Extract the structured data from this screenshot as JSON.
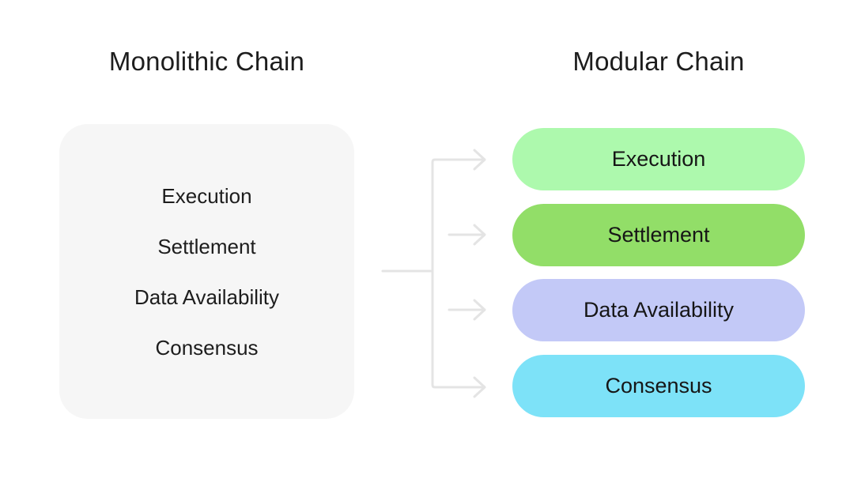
{
  "diagram": {
    "monolithic": {
      "title": "Monolithic Chain",
      "box_color": "#f6f6f6",
      "layers": [
        "Execution",
        "Settlement",
        "Data Availability",
        "Consensus"
      ]
    },
    "modular": {
      "title": "Modular Chain",
      "layers": [
        {
          "label": "Execution",
          "color": "#adf9ad"
        },
        {
          "label": "Settlement",
          "color": "#92de68"
        },
        {
          "label": "Data Availability",
          "color": "#c3c9f7"
        },
        {
          "label": "Consensus",
          "color": "#7de2f8"
        }
      ]
    },
    "arrow_color": "#e4e4e4",
    "text_color": "#1d1d1d"
  }
}
